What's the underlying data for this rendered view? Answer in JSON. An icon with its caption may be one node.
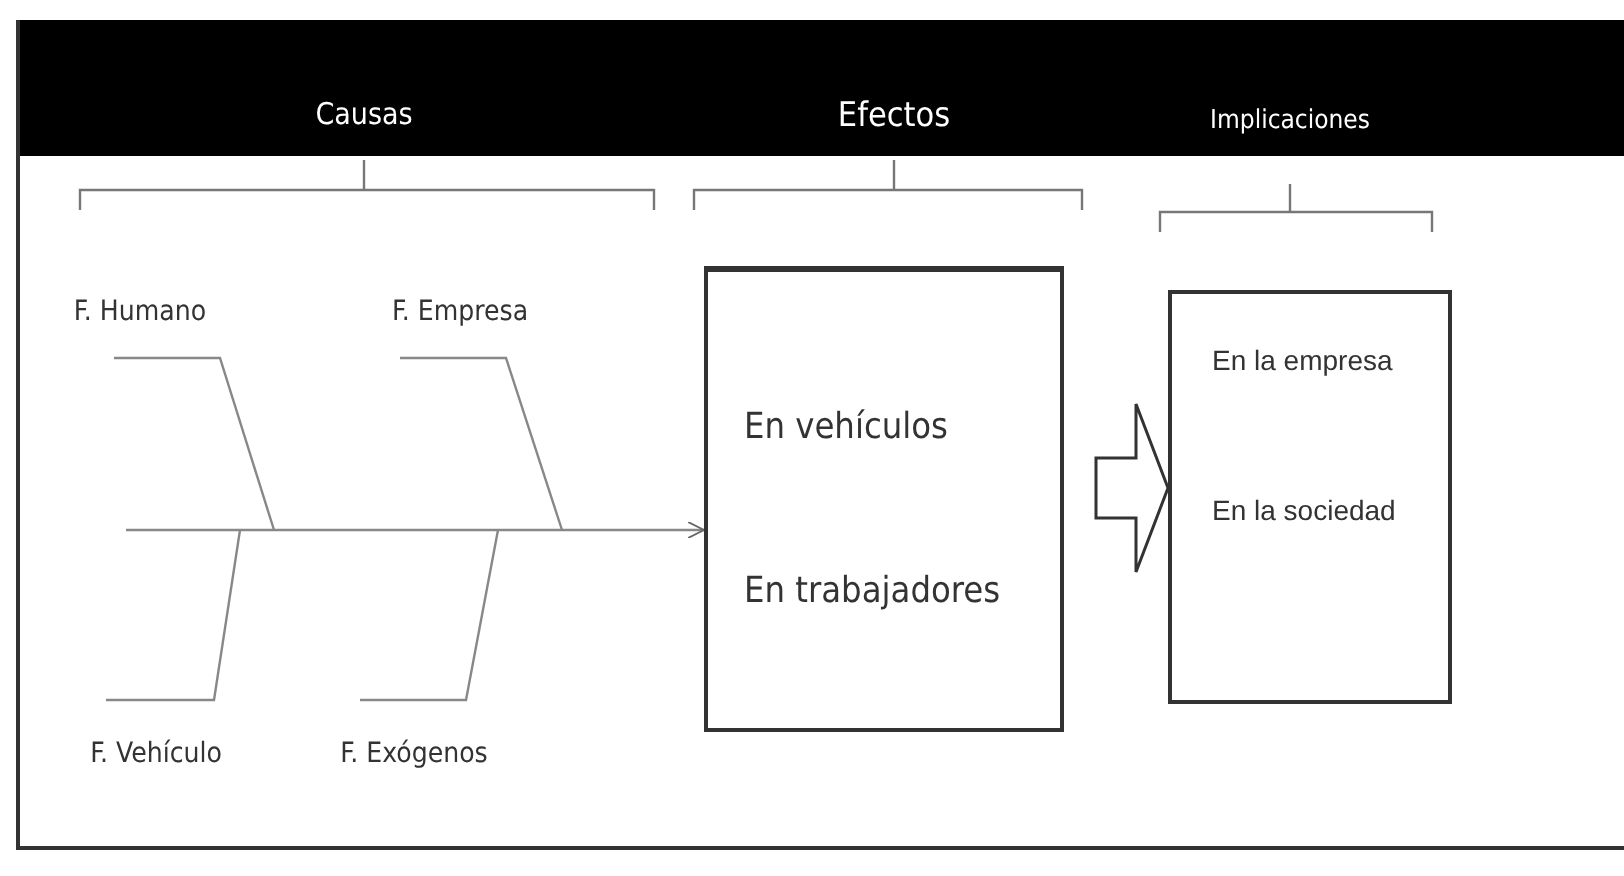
{
  "diagram": {
    "nodes": [
      {
        "text": [
          "En vehículos",
          "En trabajadores"
        ]
      },
      {
        "text": [
          "En la empresa",
          "En la sociedad"
        ]
      }
    ],
    "edges": [
      {
        "from": null,
        "to": 0,
        "arrow": "to"
      },
      {
        "from": 0,
        "to": 1,
        "arrow": "to",
        "style": "thick"
      }
    ],
    "labels": [
      "Causas",
      "Efectos",
      "Implicaciones",
      "F. Humano",
      "F. Empresa",
      "F. Vehículo",
      "F. Exógenos"
    ]
  }
}
